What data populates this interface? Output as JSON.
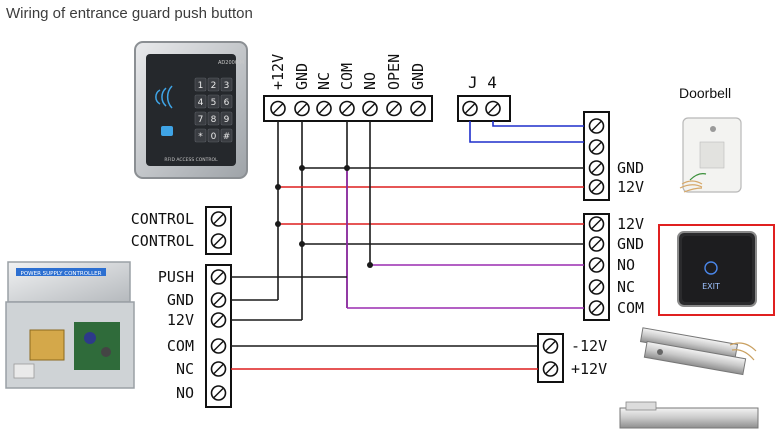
{
  "title": "Wiring  of entrance guard push button",
  "colors": {
    "wire_black": "#1a1a1a",
    "wire_red": "#dd1f1f",
    "wire_blue": "#1f2fcc",
    "wire_purple": "#9a2bb0",
    "exit_highlight_border": "#e02020"
  },
  "keypad": {
    "top_terminals": [
      "+12V",
      "GND",
      "NC",
      "COM",
      "NO",
      "OPEN",
      "GND"
    ],
    "j4_label": "J 4",
    "panel_text": "RFID ACCESS CONTROL",
    "model_text": "AD2000-M",
    "keys": [
      "1",
      "2",
      "3",
      "4",
      "5",
      "6",
      "7",
      "8",
      "9",
      "*",
      "0",
      "#"
    ]
  },
  "doorbell": {
    "label": "Doorbell",
    "terminals": [
      "",
      "",
      "GND",
      "12V"
    ]
  },
  "exit_button": {
    "terminals": [
      "12V",
      "GND",
      "NO",
      "NC",
      "COM"
    ],
    "button_text": "EXIT"
  },
  "power_supply": {
    "box_label": "POWER SUPPLY CONTROLLER",
    "control_terminals": [
      "CONTROL",
      "CONTROL"
    ],
    "terminals": [
      "PUSH",
      "GND",
      "12V",
      "COM",
      "NC",
      "NO"
    ]
  },
  "lock": {
    "terminals": [
      "-12V",
      "+12V"
    ]
  }
}
